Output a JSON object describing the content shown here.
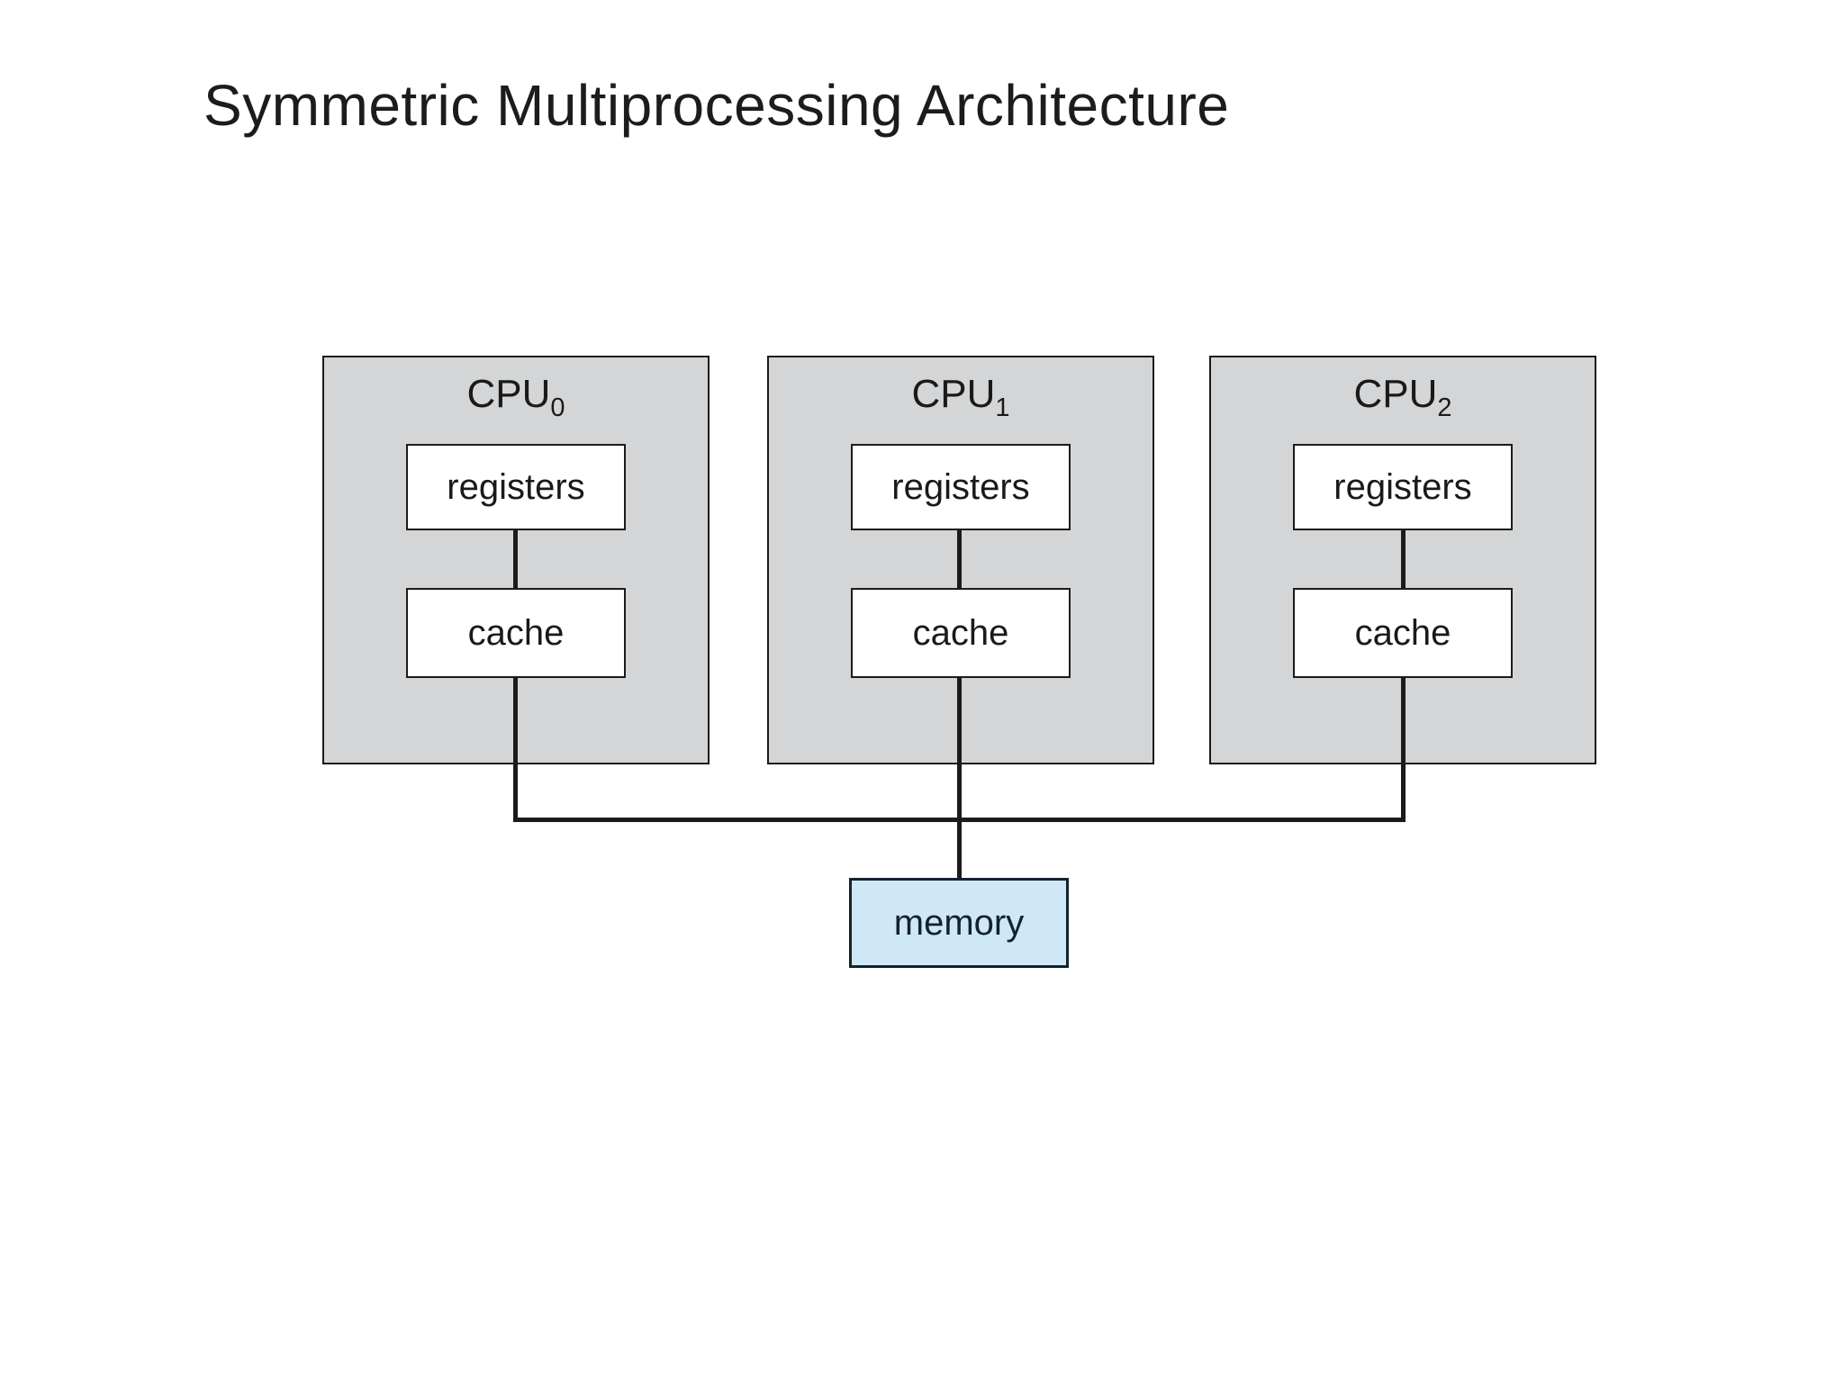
{
  "slide": {
    "title": "Symmetric Multiprocessing Architecture"
  },
  "diagram": {
    "cpus": [
      {
        "name": "CPU",
        "sub": "0",
        "registers_label": "registers",
        "cache_label": "cache"
      },
      {
        "name": "CPU",
        "sub": "1",
        "registers_label": "registers",
        "cache_label": "cache"
      },
      {
        "name": "CPU",
        "sub": "2",
        "registers_label": "registers",
        "cache_label": "cache"
      }
    ],
    "memory_label": "memory",
    "structure": "registers connects to cache inside each CPU; each cache connects through a shared horizontal bus to memory"
  },
  "colors": {
    "background": "#ffffff",
    "title_text": "#1c1c1c",
    "cpu_box_fill": "#d3d5d6",
    "box_border": "#1b1b1b",
    "inner_box_fill": "#ffffff",
    "line": "#1b1b1b",
    "memory_fill": "#cfe8f7",
    "memory_border": "#15222e",
    "memory_text": "#13222e"
  }
}
